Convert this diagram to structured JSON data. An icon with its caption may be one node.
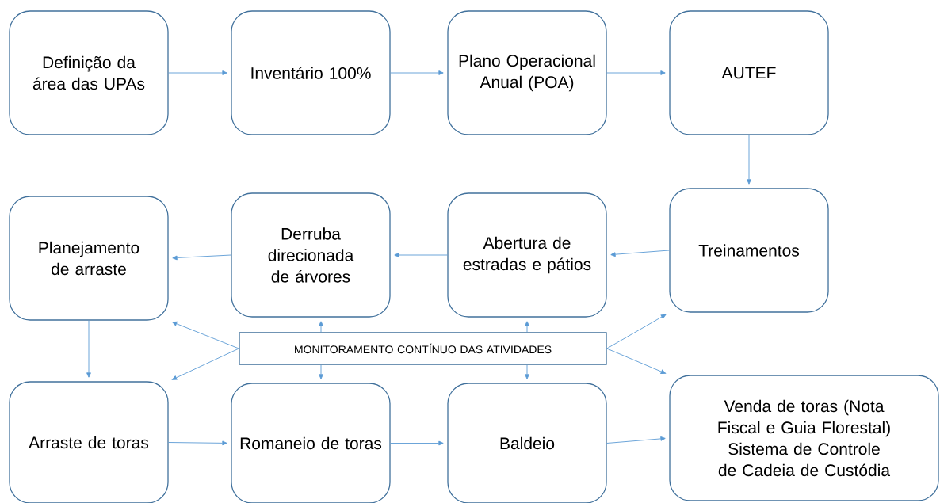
{
  "diagram": {
    "nodes": [
      {
        "text": [
          "Definição da área das UPAs"
        ]
      },
      {
        "text": [
          "Inventário 100%"
        ]
      },
      {
        "text": [
          "Plano Operacional Anual (POA)"
        ]
      },
      {
        "text": [
          "AUTEF"
        ]
      },
      {
        "text": [
          "Planejamento de arraste"
        ]
      },
      {
        "text": [
          "Derruba direcionada de árvores"
        ]
      },
      {
        "text": [
          "Abertura de estradas e pátios"
        ]
      },
      {
        "text": [
          "Treinamentos"
        ]
      },
      {
        "text": [
          "MONITORAMENTO CONTÍNUO DAS ATIVIDADES"
        ]
      },
      {
        "text": [
          "Arraste de toras"
        ]
      },
      {
        "text": [
          "Romaneio de toras"
        ]
      },
      {
        "text": [
          "Baldeio"
        ]
      },
      {
        "text": [
          "Venda de toras (Nota Fiscal e Guia Florestal)",
          "Sistema de Controle de Cadeia de Custódia"
        ]
      }
    ],
    "edges": [
      {
        "from": 0,
        "to": 1,
        "arrow": "to"
      },
      {
        "from": 1,
        "to": 2,
        "arrow": "to"
      },
      {
        "from": 2,
        "to": 3,
        "arrow": "to"
      },
      {
        "from": 3,
        "to": 7,
        "arrow": "to"
      },
      {
        "from": 7,
        "to": 6,
        "arrow": "to"
      },
      {
        "from": 6,
        "to": 5,
        "arrow": "to"
      },
      {
        "from": 5,
        "to": 4,
        "arrow": "to"
      },
      {
        "from": 4,
        "to": 9,
        "arrow": "to"
      },
      {
        "from": 9,
        "to": 10,
        "arrow": "to"
      },
      {
        "from": 10,
        "to": 11,
        "arrow": "to"
      },
      {
        "from": 11,
        "to": 12,
        "arrow": "to"
      },
      {
        "from": 8,
        "to": 4,
        "arrow": "to"
      },
      {
        "from": 8,
        "to": 5,
        "arrow": "to"
      },
      {
        "from": 8,
        "to": 6,
        "arrow": "to"
      },
      {
        "from": 8,
        "to": 7,
        "arrow": "to"
      },
      {
        "from": 8,
        "to": 9,
        "arrow": "to"
      },
      {
        "from": 8,
        "to": 10,
        "arrow": "to"
      },
      {
        "from": 8,
        "to": 11,
        "arrow": "to"
      },
      {
        "from": 8,
        "to": 12,
        "arrow": "to"
      }
    ]
  }
}
